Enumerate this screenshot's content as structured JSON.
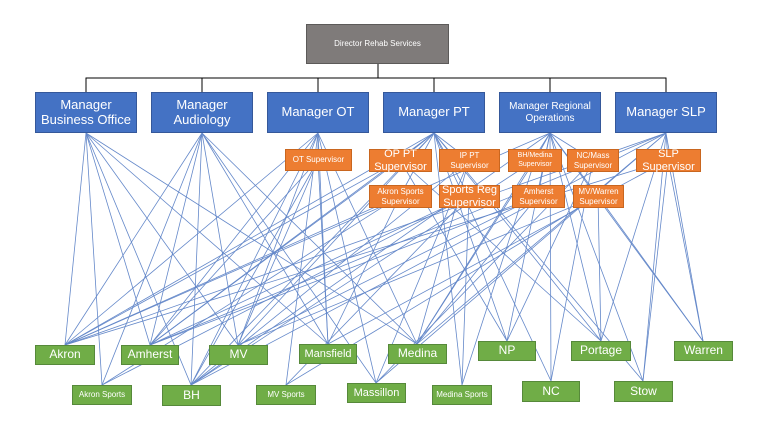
{
  "director": "Director Rehab Services",
  "managers": [
    "Manager\nBusiness Office",
    "Manager\nAudiology",
    "Manager OT",
    "Manager PT",
    "Manager Regional\nOperations",
    "Manager SLP"
  ],
  "supervisors": [
    "OT Supervisor",
    "OP PT\nSupervisor",
    "IP PT\nSupervisor",
    "BH/Medina\nSupervisor",
    "NC/Mass\nSupervisor",
    "SLP\nSupervisor",
    "Akron Sports\nSupervisor",
    "Sports Reg\nSupervisor",
    "Amherst\nSupervisor",
    "MV/Warren\nSupervisor"
  ],
  "locations": [
    "Akron",
    "Amherst",
    "MV",
    "Mansfield",
    "Medina",
    "NP",
    "Portage",
    "Warren",
    "Akron Sports",
    "BH",
    "MV Sports",
    "Massillon",
    "Medina Sports",
    "NC",
    "Stow"
  ],
  "colors": {
    "director": "#7f7b7a",
    "manager": "#4472c4",
    "supervisor": "#ed7d31",
    "location": "#70ad47",
    "connector": "#4a74c0",
    "hierarchy_line": "#000000"
  }
}
